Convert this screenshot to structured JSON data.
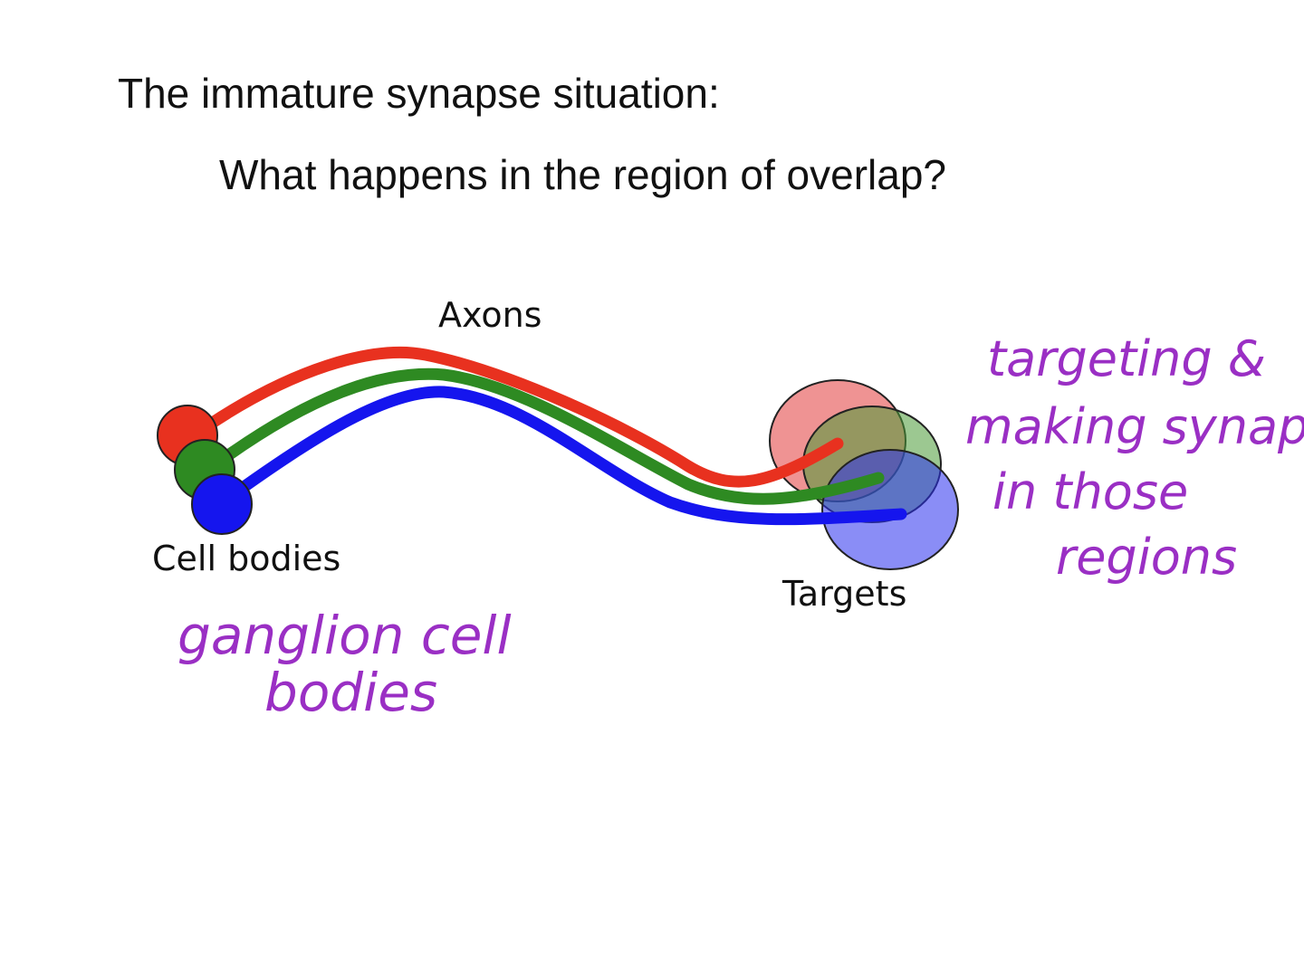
{
  "title": "The immature synapse situation:",
  "question": "What happens in the region of overlap?",
  "labels": {
    "axons": "Axons",
    "cell_bodies": "Cell bodies",
    "targets": "Targets"
  },
  "annotations": {
    "cell_bodies_note": [
      "ganglion cell",
      "bodies"
    ],
    "targets_note": [
      "targeting &",
      "making synapses",
      "in those",
      "regions"
    ]
  },
  "colors": {
    "red_axon": "#e8311f",
    "green_axon": "#2e8a22",
    "blue_axon": "#1515ee",
    "annotation_ink": "#9a2fc4"
  }
}
